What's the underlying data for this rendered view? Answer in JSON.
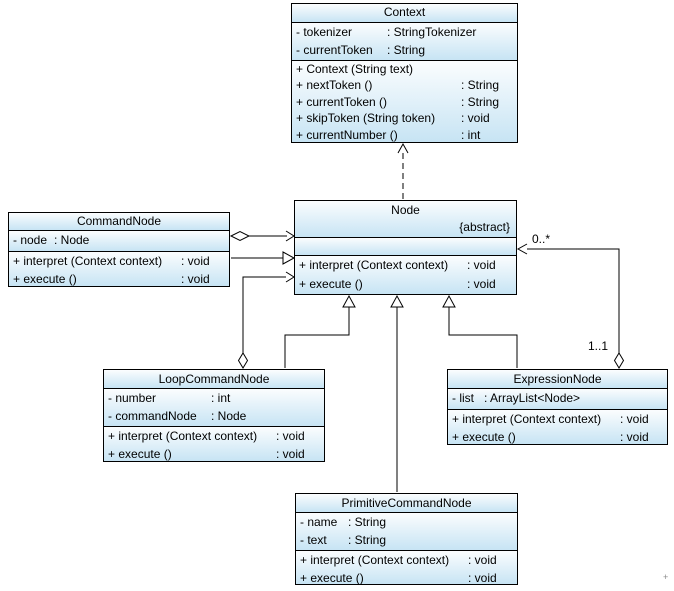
{
  "diagram": {
    "type": "uml-class-diagram",
    "pattern": "Interpreter",
    "colors": {
      "box_gradient_top": "#fbfdfe",
      "box_gradient_bottom": "#c7e4f4",
      "border": "#000000",
      "line": "#000000",
      "text": "#000000"
    }
  },
  "classes": {
    "context": {
      "title": "Context",
      "attributes": [
        {
          "name": "- tokenizer",
          "type": ": StringTokenizer"
        },
        {
          "name": "- currentToken",
          "type": ": String"
        }
      ],
      "methods": [
        {
          "name": "+ Context (String text)",
          "type": ""
        },
        {
          "name": "+ nextToken ()",
          "type": ": String"
        },
        {
          "name": "+ currentToken ()",
          "type": ": String"
        },
        {
          "name": "+ skipToken (String token)",
          "type": ": void"
        },
        {
          "name": "+ currentNumber ()",
          "type": ": int"
        }
      ]
    },
    "node": {
      "title": "Node",
      "stereotype": "{abstract}",
      "attributes": [],
      "methods": [
        {
          "name": "+ interpret (Context context)",
          "type": ": void"
        },
        {
          "name": "+ execute ()",
          "type": ": void"
        }
      ]
    },
    "commandNode": {
      "title": "CommandNode",
      "attributes": [
        {
          "name": "- node",
          "type": ": Node"
        }
      ],
      "methods": [
        {
          "name": "+ interpret (Context context)",
          "type": ": void"
        },
        {
          "name": "+ execute ()",
          "type": ": void"
        }
      ]
    },
    "loopCommandNode": {
      "title": "LoopCommandNode",
      "attributes": [
        {
          "name": "- number",
          "type": ": int"
        },
        {
          "name": "- commandNode",
          "type": ": Node"
        }
      ],
      "methods": [
        {
          "name": "+ interpret (Context context)",
          "type": ": void"
        },
        {
          "name": "+ execute ()",
          "type": ": void"
        }
      ]
    },
    "expressionNode": {
      "title": "ExpressionNode",
      "attributes": [
        {
          "name": "- list",
          "type": ": ArrayList<Node>"
        }
      ],
      "methods": [
        {
          "name": "+ interpret (Context context)",
          "type": ": void"
        },
        {
          "name": "+ execute ()",
          "type": ": void"
        }
      ]
    },
    "primitiveCommandNode": {
      "title": "PrimitiveCommandNode",
      "attributes": [
        {
          "name": "- name",
          "type": ": String"
        },
        {
          "name": "- text",
          "type": ": String"
        }
      ],
      "methods": [
        {
          "name": "+ interpret (Context context)",
          "type": ": void"
        },
        {
          "name": "+ execute ()",
          "type": ": void"
        }
      ]
    }
  },
  "relationships": {
    "node_to_context_dependency": {
      "style": "dashed",
      "arrow": "open"
    },
    "commandnode_aggregates_node": {
      "diamond_end": "CommandNode",
      "arrow_end": "Node"
    },
    "commandnode_extends_node": {
      "triangle_end": "Node"
    },
    "loopcommandnode_aggregates_node": {
      "diamond_end": "LoopCommandNode",
      "arrow_end": "Node"
    },
    "loopcommandnode_extends_node": {
      "triangle_end": "Node"
    },
    "primitivecommandnode_extends_node": {
      "triangle_end": "Node"
    },
    "expressionnode_extends_node": {
      "triangle_end": "Node"
    },
    "expressionnode_aggregates_node": {
      "diamond_end": "ExpressionNode",
      "arrow_end": "Node",
      "multiplicity_node_end": "0..*",
      "multiplicity_source_end": "1..1"
    }
  },
  "artifact": {
    "glyph": "+"
  }
}
